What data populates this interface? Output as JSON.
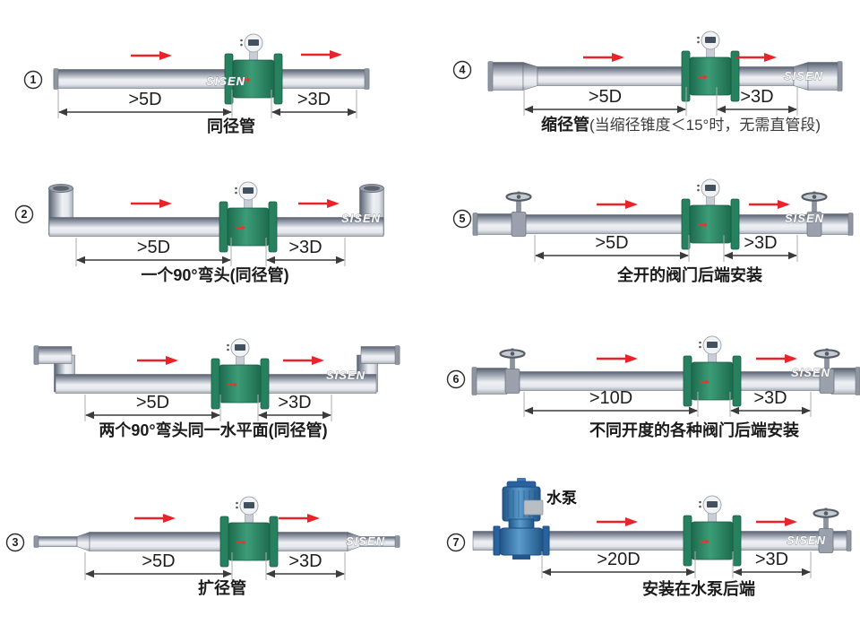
{
  "watermark": "SISEN",
  "colors": {
    "flow_arrow": "#e8232a",
    "meter_green": "#2f8f6e",
    "pipe_metal": "#aab0bb",
    "pump_blue": "#2e6fae",
    "dimension_line": "#3b3b3b",
    "caption_text": "#1b1b1b"
  },
  "panels": [
    {
      "number": "1",
      "caption_bold": "同径管",
      "caption_rest": "",
      "dims": [
        {
          "label": ">5D"
        },
        {
          "label": ">3D"
        }
      ],
      "fittings": {
        "left": "straight-pipe",
        "right": "straight-pipe"
      }
    },
    {
      "number": "2",
      "caption_bold": "一个90°弯头(同径管)",
      "caption_rest": "",
      "dims": [
        {
          "label": ">5D"
        },
        {
          "label": ">3D"
        }
      ],
      "fittings": {
        "left": "90-degree-elbow-up",
        "right": "90-degree-elbow-up"
      }
    },
    {
      "number": "",
      "caption_bold": "两个90°弯头同一水平面(同径管)",
      "caption_rest": "",
      "dims": [
        {
          "label": ">5D"
        },
        {
          "label": ">3D"
        }
      ],
      "fittings": {
        "left": "90-degree-elbow-offset",
        "right": "90-degree-elbow-offset"
      }
    },
    {
      "number": "3",
      "caption_bold": "扩径管",
      "caption_rest": "",
      "dims": [
        {
          "label": ">5D"
        },
        {
          "label": ">3D"
        }
      ],
      "fittings": {
        "left": "expander-small-to-large",
        "right": "reducer-large-to-small"
      }
    },
    {
      "number": "4",
      "caption_bold": "缩径管",
      "caption_rest": "(当缩径锥度＜15°时，无需直管段)",
      "dims": [
        {
          "label": ">5D"
        },
        {
          "label": ">3D"
        }
      ],
      "fittings": {
        "left": "reducer-large-to-small",
        "right": "expander-small-to-large"
      }
    },
    {
      "number": "5",
      "caption_bold": "全开的阀门后端安装",
      "caption_rest": "",
      "dims": [
        {
          "label": ">5D"
        },
        {
          "label": ">3D"
        }
      ],
      "fittings": {
        "left": "valve",
        "right": "valve"
      }
    },
    {
      "number": "6",
      "caption_bold": "不同开度的各种阀门后端安装",
      "caption_rest": "",
      "dims": [
        {
          "label": ">10D"
        },
        {
          "label": ">3D"
        }
      ],
      "fittings": {
        "left": "valve",
        "right": "valve"
      }
    },
    {
      "number": "7",
      "caption_bold": "安装在水泵后端",
      "caption_rest": "",
      "dims": [
        {
          "label": ">20D"
        },
        {
          "label": ">3D"
        }
      ],
      "pump_label": "水泵",
      "fittings": {
        "left": "water-pump",
        "right": "valve"
      }
    }
  ]
}
